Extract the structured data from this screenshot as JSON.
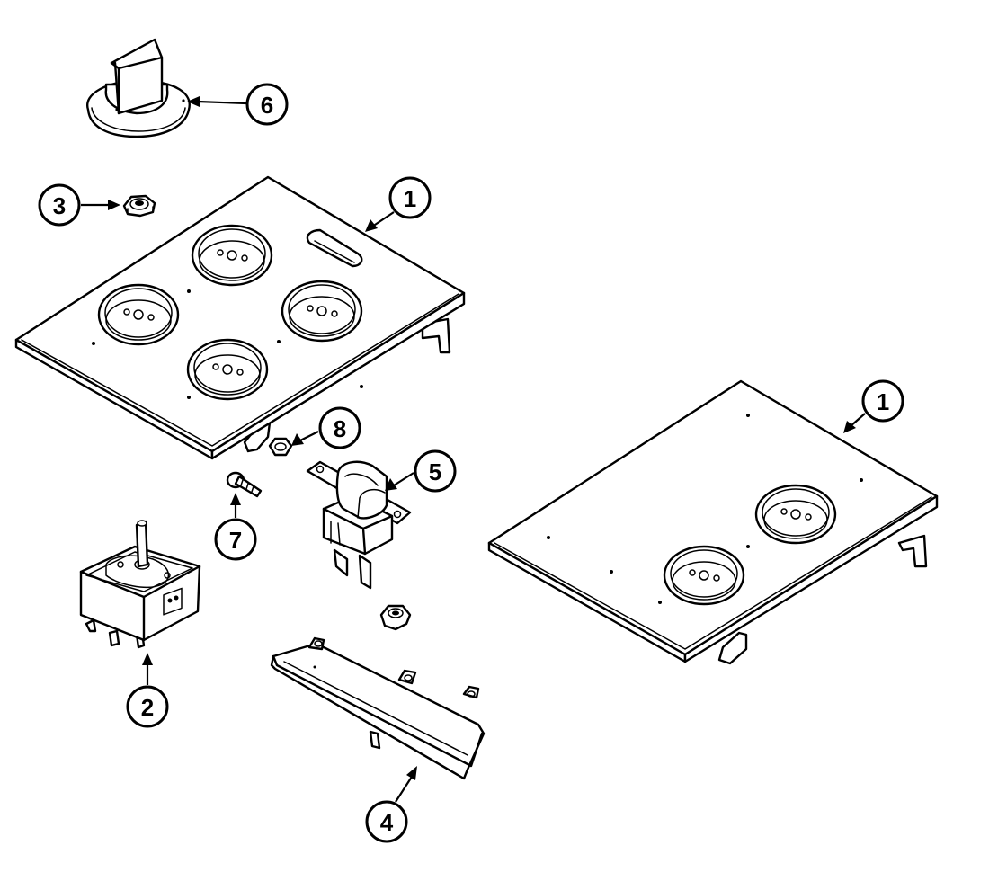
{
  "callouts": [
    {
      "id": "callout-1-four-burner",
      "label": "1"
    },
    {
      "id": "callout-1-two-burner",
      "label": "1"
    },
    {
      "id": "callout-2",
      "label": "2"
    },
    {
      "id": "callout-3",
      "label": "3"
    },
    {
      "id": "callout-4",
      "label": "4"
    },
    {
      "id": "callout-5",
      "label": "5"
    },
    {
      "id": "callout-6",
      "label": "6"
    },
    {
      "id": "callout-7",
      "label": "7"
    },
    {
      "id": "callout-8",
      "label": "8"
    }
  ]
}
